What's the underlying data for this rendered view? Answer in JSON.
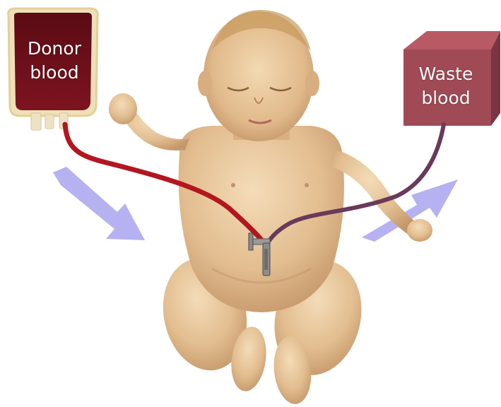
{
  "labels": {
    "donor": [
      "Donor",
      "blood"
    ],
    "waste": [
      "Waste",
      "blood"
    ]
  },
  "colors": {
    "donor_bag": "#6e0f1a",
    "donor_line": "#b3161f",
    "waste_box_front": "#a04a55",
    "waste_box_top": "#b85a64",
    "waste_box_side": "#7a3540",
    "waste_line": "#6a3a5a",
    "flow_arrow": "#a9a3ee",
    "skin": "#e7c59b",
    "skin_shadow": "#c99e72",
    "hair": "#c79a5c"
  },
  "icons": {
    "flow_in": "arrow-right-down-icon",
    "flow_out": "arrow-right-up-icon",
    "connector": "t-connector-icon"
  }
}
